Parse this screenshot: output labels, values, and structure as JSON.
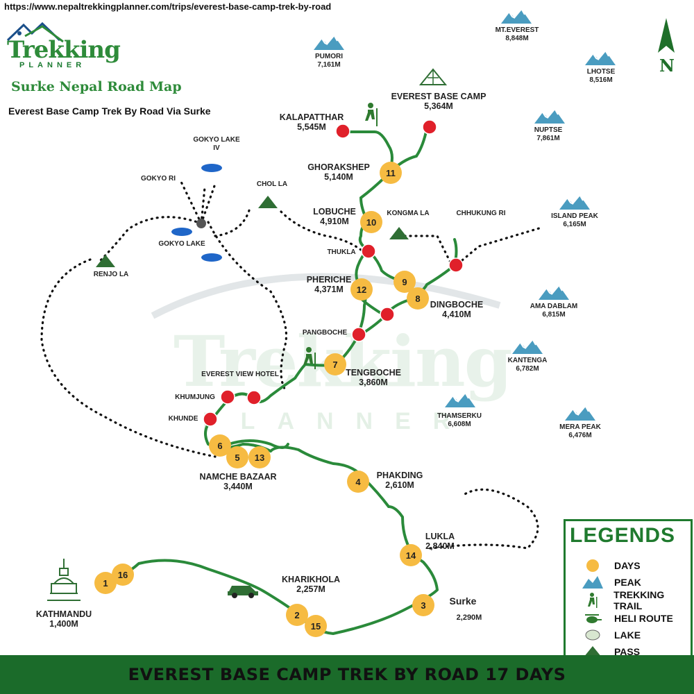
{
  "url": "https://www.nepaltrekkingplanner.com/trips/everest-base-camp-trek-by-road",
  "logo": {
    "word": "Trekking",
    "sub": "PLANNER"
  },
  "map_title": "Surke Nepal Road Map",
  "subtitle": "Everest Base Camp Trek  By Road Via Surke",
  "compass_label": "N",
  "watermark": {
    "word": "Trekking",
    "sub": "PLANNER"
  },
  "footer_title": "EVEREST BASE CAMP TREK BY ROAD 17 DAYS",
  "colors": {
    "trail": "#2a8a3a",
    "day_marker": "#f6bb42",
    "stop_marker": "#e0202a",
    "peak": "#4a9cc0",
    "pass": "#2f6e34",
    "footer": "#1b6b2a"
  },
  "peaks": [
    {
      "name": "PUMORI",
      "alt": "7,161M"
    },
    {
      "name": "MT.EVEREST",
      "alt": "8,848M"
    },
    {
      "name": "LHOTSE",
      "alt": "8,516M"
    },
    {
      "name": "NUPTSE",
      "alt": "7,861M"
    },
    {
      "name": "ISLAND PEAK",
      "alt": "6,165M"
    },
    {
      "name": "AMA DABLAM",
      "alt": "6,815M"
    },
    {
      "name": "KANTENGA",
      "alt": "6,782M"
    },
    {
      "name": "THAMSERKU",
      "alt": "6,608M"
    },
    {
      "name": "MERA PEAK",
      "alt": "6,476M"
    }
  ],
  "places": {
    "ebc": {
      "name": "EVEREST BASE CAMP",
      "alt": "5,364M"
    },
    "kalapatthar": {
      "name": "KALAPATTHAR",
      "alt": "5,545M"
    },
    "gorakshep": {
      "name": "GHORAKSHEP",
      "alt": "5,140M"
    },
    "lobuche": {
      "name": "LOBUCHE",
      "alt": "4,910M"
    },
    "pheriche": {
      "name": "PHERICHE",
      "alt": "4,371M"
    },
    "dingboche": {
      "name": "DINGBOCHE",
      "alt": "4,410M"
    },
    "tengboche": {
      "name": "TENGBOCHE",
      "alt": "3,860M"
    },
    "namche": {
      "name": "NAMCHE BAZAAR",
      "alt": "3,440M"
    },
    "phakding": {
      "name": "PHAKDING",
      "alt": "2,610M"
    },
    "lukla": {
      "name": "LUKLA",
      "alt": "2,840M"
    },
    "kharikhola": {
      "name": "KHARIKHOLA",
      "alt": "2,257M"
    },
    "surke": {
      "name": "Surke",
      "alt": "2,290M"
    },
    "kathmandu": {
      "name": "KATHMANDU",
      "alt": "1,400M"
    }
  },
  "small_places": {
    "gokyo_lake_iv": "GOKYO LAKE\nIV",
    "gokyo_ri": "GOKYO RI",
    "chol_la": "CHOL LA",
    "gokyo_lake": "GOKYO LAKE",
    "renjo_la": "RENJO LA",
    "kongma_la": "KONGMA LA",
    "chhukung_ri": "CHHUKUNG RI",
    "thukla": "THUKLA",
    "pangboche": "PANGBOCHE",
    "everest_view_hotel": "EVEREST VIEW HOTEL",
    "khumjung": "KHUMJUNG",
    "khunde": "KHUNDE"
  },
  "day_markers": [
    "1",
    "16",
    "2",
    "15",
    "3",
    "14",
    "4",
    "5",
    "13",
    "6",
    "7",
    "12",
    "9",
    "8",
    "10",
    "11"
  ],
  "legend": {
    "title": "LEGENDS",
    "items": [
      {
        "label": "DAYS",
        "icon": "day-marker-icon"
      },
      {
        "label": "PEAK",
        "icon": "peak-icon"
      },
      {
        "label": "TREKKING TRAIL",
        "icon": "hiker-icon"
      },
      {
        "label": "HELI ROUTE",
        "icon": "helicopter-icon"
      },
      {
        "label": "LAKE",
        "icon": "lake-icon"
      },
      {
        "label": "PASS",
        "icon": "pass-icon"
      }
    ]
  }
}
